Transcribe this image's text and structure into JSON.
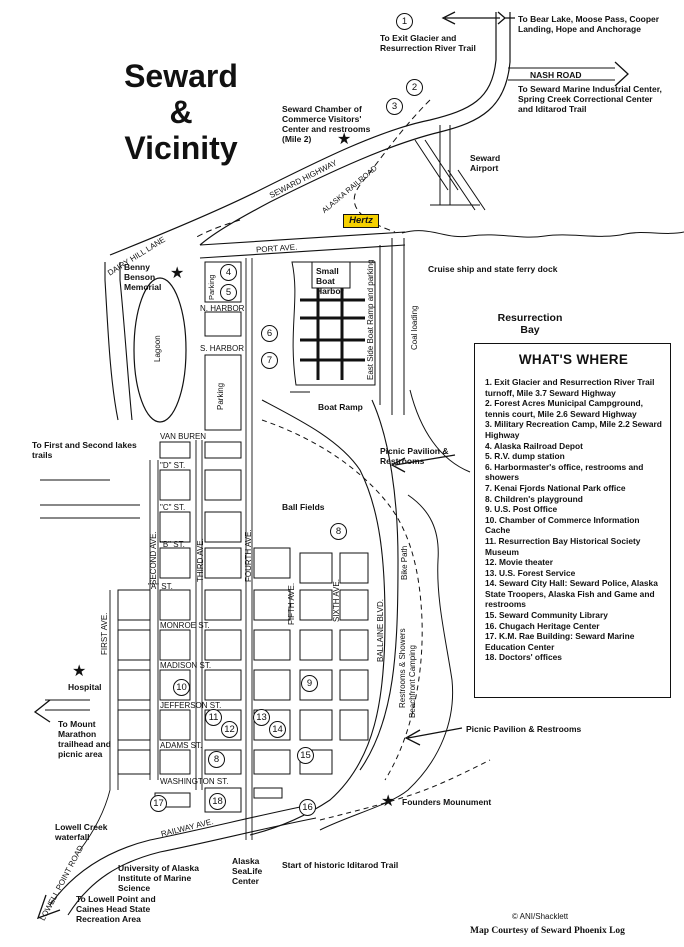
{
  "title": {
    "line1": "Seward",
    "line2": "&",
    "line3": "Vicinity"
  },
  "legend": {
    "heading": "WHAT'S WHERE",
    "items": [
      "1. Exit Glacier and Resurrection River Trail turnoff, Mile 3.7 Seward Highway",
      "2. Forest Acres Municipal Campground, tennis court, Mile 2.6 Seward Highway",
      "3. Military Recreation Camp, Mile 2.2 Seward Highway",
      "4. Alaska Railroad Depot",
      "5. R.V. dump station",
      "6. Harbormaster's office, restrooms and showers",
      "7. Kenai Fjords National Park office",
      "8. Children's playground",
      "9. U.S. Post Office",
      "10. Chamber of Commerce Information Cache",
      "11. Resurrection Bay Historical Society Museum",
      "12. Movie theater",
      "13. U.S. Forest Service",
      "14. Seward City Hall: Seward Police, Alaska State Troopers, Alaska Fish and Game and restrooms",
      "15. Seward Community Library",
      "16. Chugach Heritage Center",
      "17. K.M. Rae Building: Seward Marine Education Center",
      "18. Doctors' offices"
    ]
  },
  "labels": {
    "exit_glacier": "To Exit Glacier and Resurrection River Trail",
    "bear_lake": "To Bear Lake, Moose Pass, Cooper Landing, Hope and Anchorage",
    "nash_road": "NASH ROAD",
    "marine_industrial": "To Seward Marine Industrial Center, Spring Creek Correctional Center and Iditarod Trail",
    "chamber_visitors": "Seward Chamber of Commerce Visitors' Center and restrooms (Mile 2)",
    "airport": "Seward Airport",
    "seward_highway": "SEWARD HIGHWAY",
    "alaska_railroad": "ALASKA RAILROAD",
    "hertz": "Hertz",
    "dairy_hill": "DAIRY HILL LANE",
    "port_ave": "PORT AVE.",
    "benny_benson": "Benny Benson Memorial",
    "small_boat_harbor": "Small Boat Harbor",
    "cruise_ship": "Cruise ship and state ferry dock",
    "resurrection_bay": "Resurrection Bay",
    "lagoon": "Lagoon",
    "parking_top": "Parking",
    "parking_mid": "Parking",
    "n_harbor": "N. HARBOR",
    "s_harbor": "S. HARBOR",
    "east_side_ramp": "East Side Boat Ramp and parking",
    "coal_loading": "Coal loading",
    "boat_ramp": "Boat Ramp",
    "first_second_lakes": "To First and Second lakes trails",
    "van_buren": "VAN BUREN",
    "d_st": "\"D\" ST.",
    "c_st": "\"C\" ST.",
    "b_st": "\"B\" ST.",
    "a_st": "\"A\" ST.",
    "picnic_top": "Picnic Pavilion & Restrooms",
    "ball_fields": "Ball Fields",
    "second_ave": "SECOND AVE.",
    "third_ave": "THIRD AVE.",
    "fourth_ave": "FOURTH AVE.",
    "fifth_ave": "FIFTH AVE.",
    "sixth_ave": "SIXTH AVE.",
    "first_ave": "FIRST AVE.",
    "bike_path": "Bike Path",
    "ballaine": "BALLAINE BLVD.",
    "monroe": "MONROE ST.",
    "madison": "MADISON ST.",
    "jefferson": "JEFFERSON ST.",
    "adams": "ADAMS ST.",
    "washington": "WASHINGTON ST.",
    "railway_ave": "RAILWAY AVE.",
    "hospital": "Hospital",
    "restrooms_showers": "Restrooms & Showers",
    "beachfront_camping": "Beachfront Camping",
    "mount_marathon": "To Mount Marathon trailhead and picnic area",
    "picnic_bottom": "Picnic Pavilion & Restrooms",
    "founders_monument": "Founders Mounument",
    "lowell_creek": "Lowell Creek waterfall",
    "lowell_point_road": "LOWELL POINT ROAD",
    "univ_alaska": "University of Alaska Institute of Marine Science",
    "sealife": "Alaska SeaLife Center",
    "iditarod_start": "Start of historic Iditarod Trail",
    "to_lowell_point": "To Lowell Point and Caines Head State Recreation Area",
    "credit_artist": "© ANI/Shacklett",
    "credit_log": "Map Courtesy of Seward Phoenix Log"
  },
  "markers": [
    "1",
    "2",
    "3",
    "4",
    "5",
    "6",
    "7",
    "8",
    "9",
    "10",
    "11",
    "12",
    "13",
    "14",
    "15",
    "16",
    "17",
    "18"
  ]
}
